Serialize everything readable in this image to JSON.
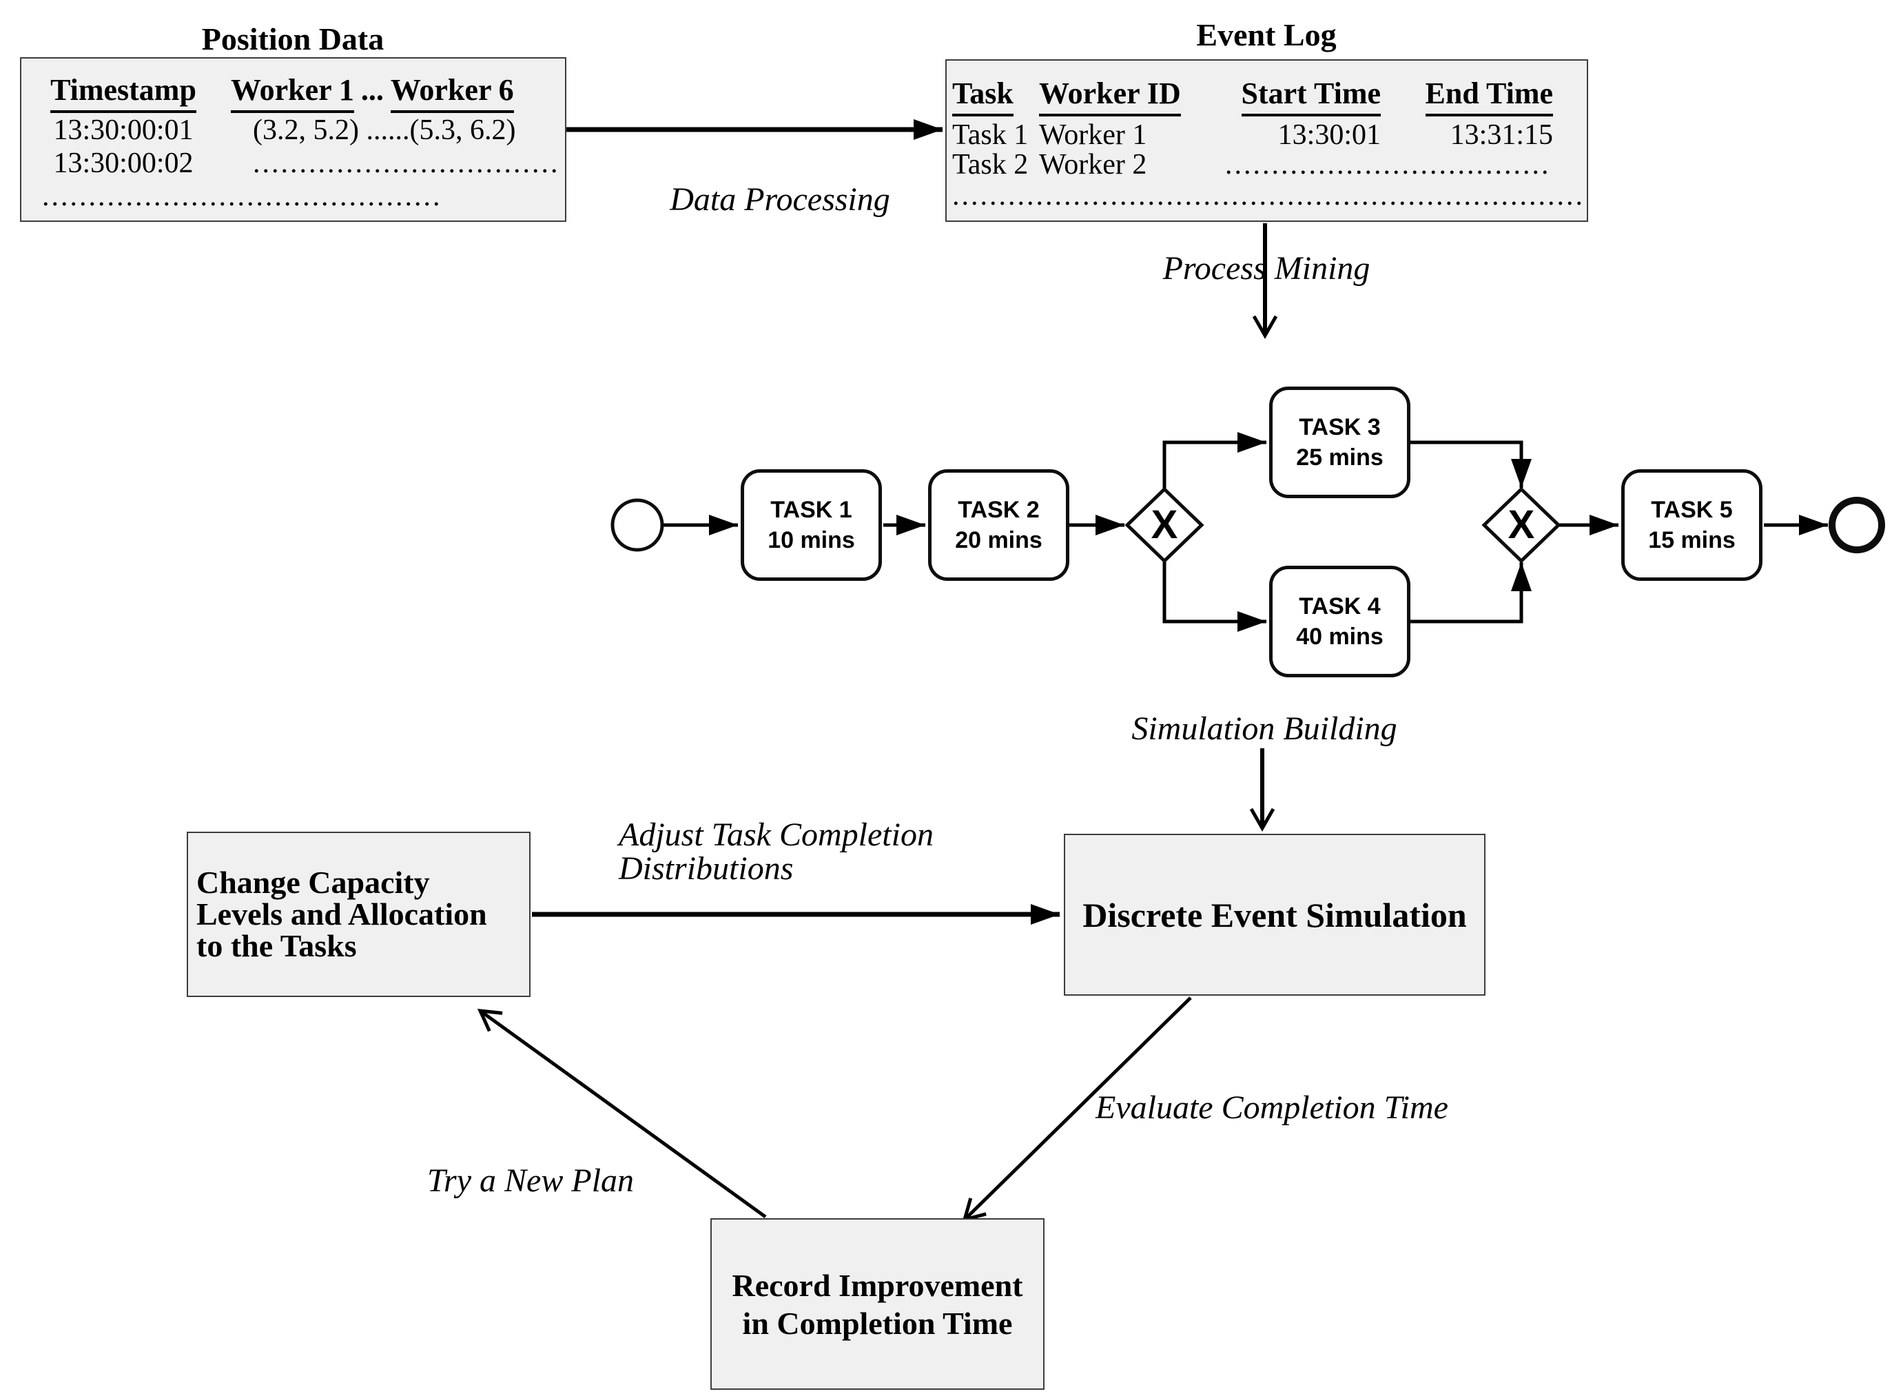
{
  "position_table": {
    "title": "Position Data",
    "col1_header": "Timestamp",
    "col2_header_a": "Worker 1",
    "col2_header_sep": "...",
    "col2_header_b": "Worker 6",
    "row1_c1": "13:30:00:01",
    "row1_c2": "(3.2, 5.2) ......(5.3, 6.2)",
    "row2_c1": "13:30:00:02",
    "row2_c2": ".................................",
    "footer_dots": "..........................................."
  },
  "event_table": {
    "title": "Event Log",
    "h_task": "Task",
    "h_worker": "Worker ID",
    "h_start": "Start Time",
    "h_end": "End Time",
    "row1": {
      "task": "Task 1",
      "worker": "Worker 1",
      "start": "13:30:01",
      "end": "13:31:15"
    },
    "row2": {
      "task": "Task 2",
      "worker": "Worker 2",
      "rest": "..................................."
    },
    "footer_dots": "...................................................................."
  },
  "flow_labels": {
    "data_processing": "Data Processing",
    "process_mining": "Process Mining",
    "simulation_building": "Simulation Building",
    "adjust_line1": "Adjust Task Completion",
    "adjust_line2": "Distributions",
    "evaluate": "Evaluate Completion Time",
    "try_new_plan": "Try a New Plan"
  },
  "bpmn": {
    "gateway_marker": "X",
    "tasks": [
      {
        "name": "TASK 1",
        "duration": "10 mins"
      },
      {
        "name": "TASK 2",
        "duration": "20 mins"
      },
      {
        "name": "TASK 3",
        "duration": "25 mins"
      },
      {
        "name": "TASK 4",
        "duration": "40 mins"
      },
      {
        "name": "TASK 5",
        "duration": "15 mins"
      }
    ]
  },
  "process_boxes": {
    "des": "Discrete Event Simulation",
    "change_line1": "Change Capacity",
    "change_line2": "Levels and Allocation",
    "change_line3": "to the Tasks",
    "record_line1": "Record Improvement",
    "record_line2": "in Completion Time"
  },
  "colors": {
    "panel_fill": "#f0f0f0",
    "line": "#000000",
    "background": "#ffffff"
  }
}
